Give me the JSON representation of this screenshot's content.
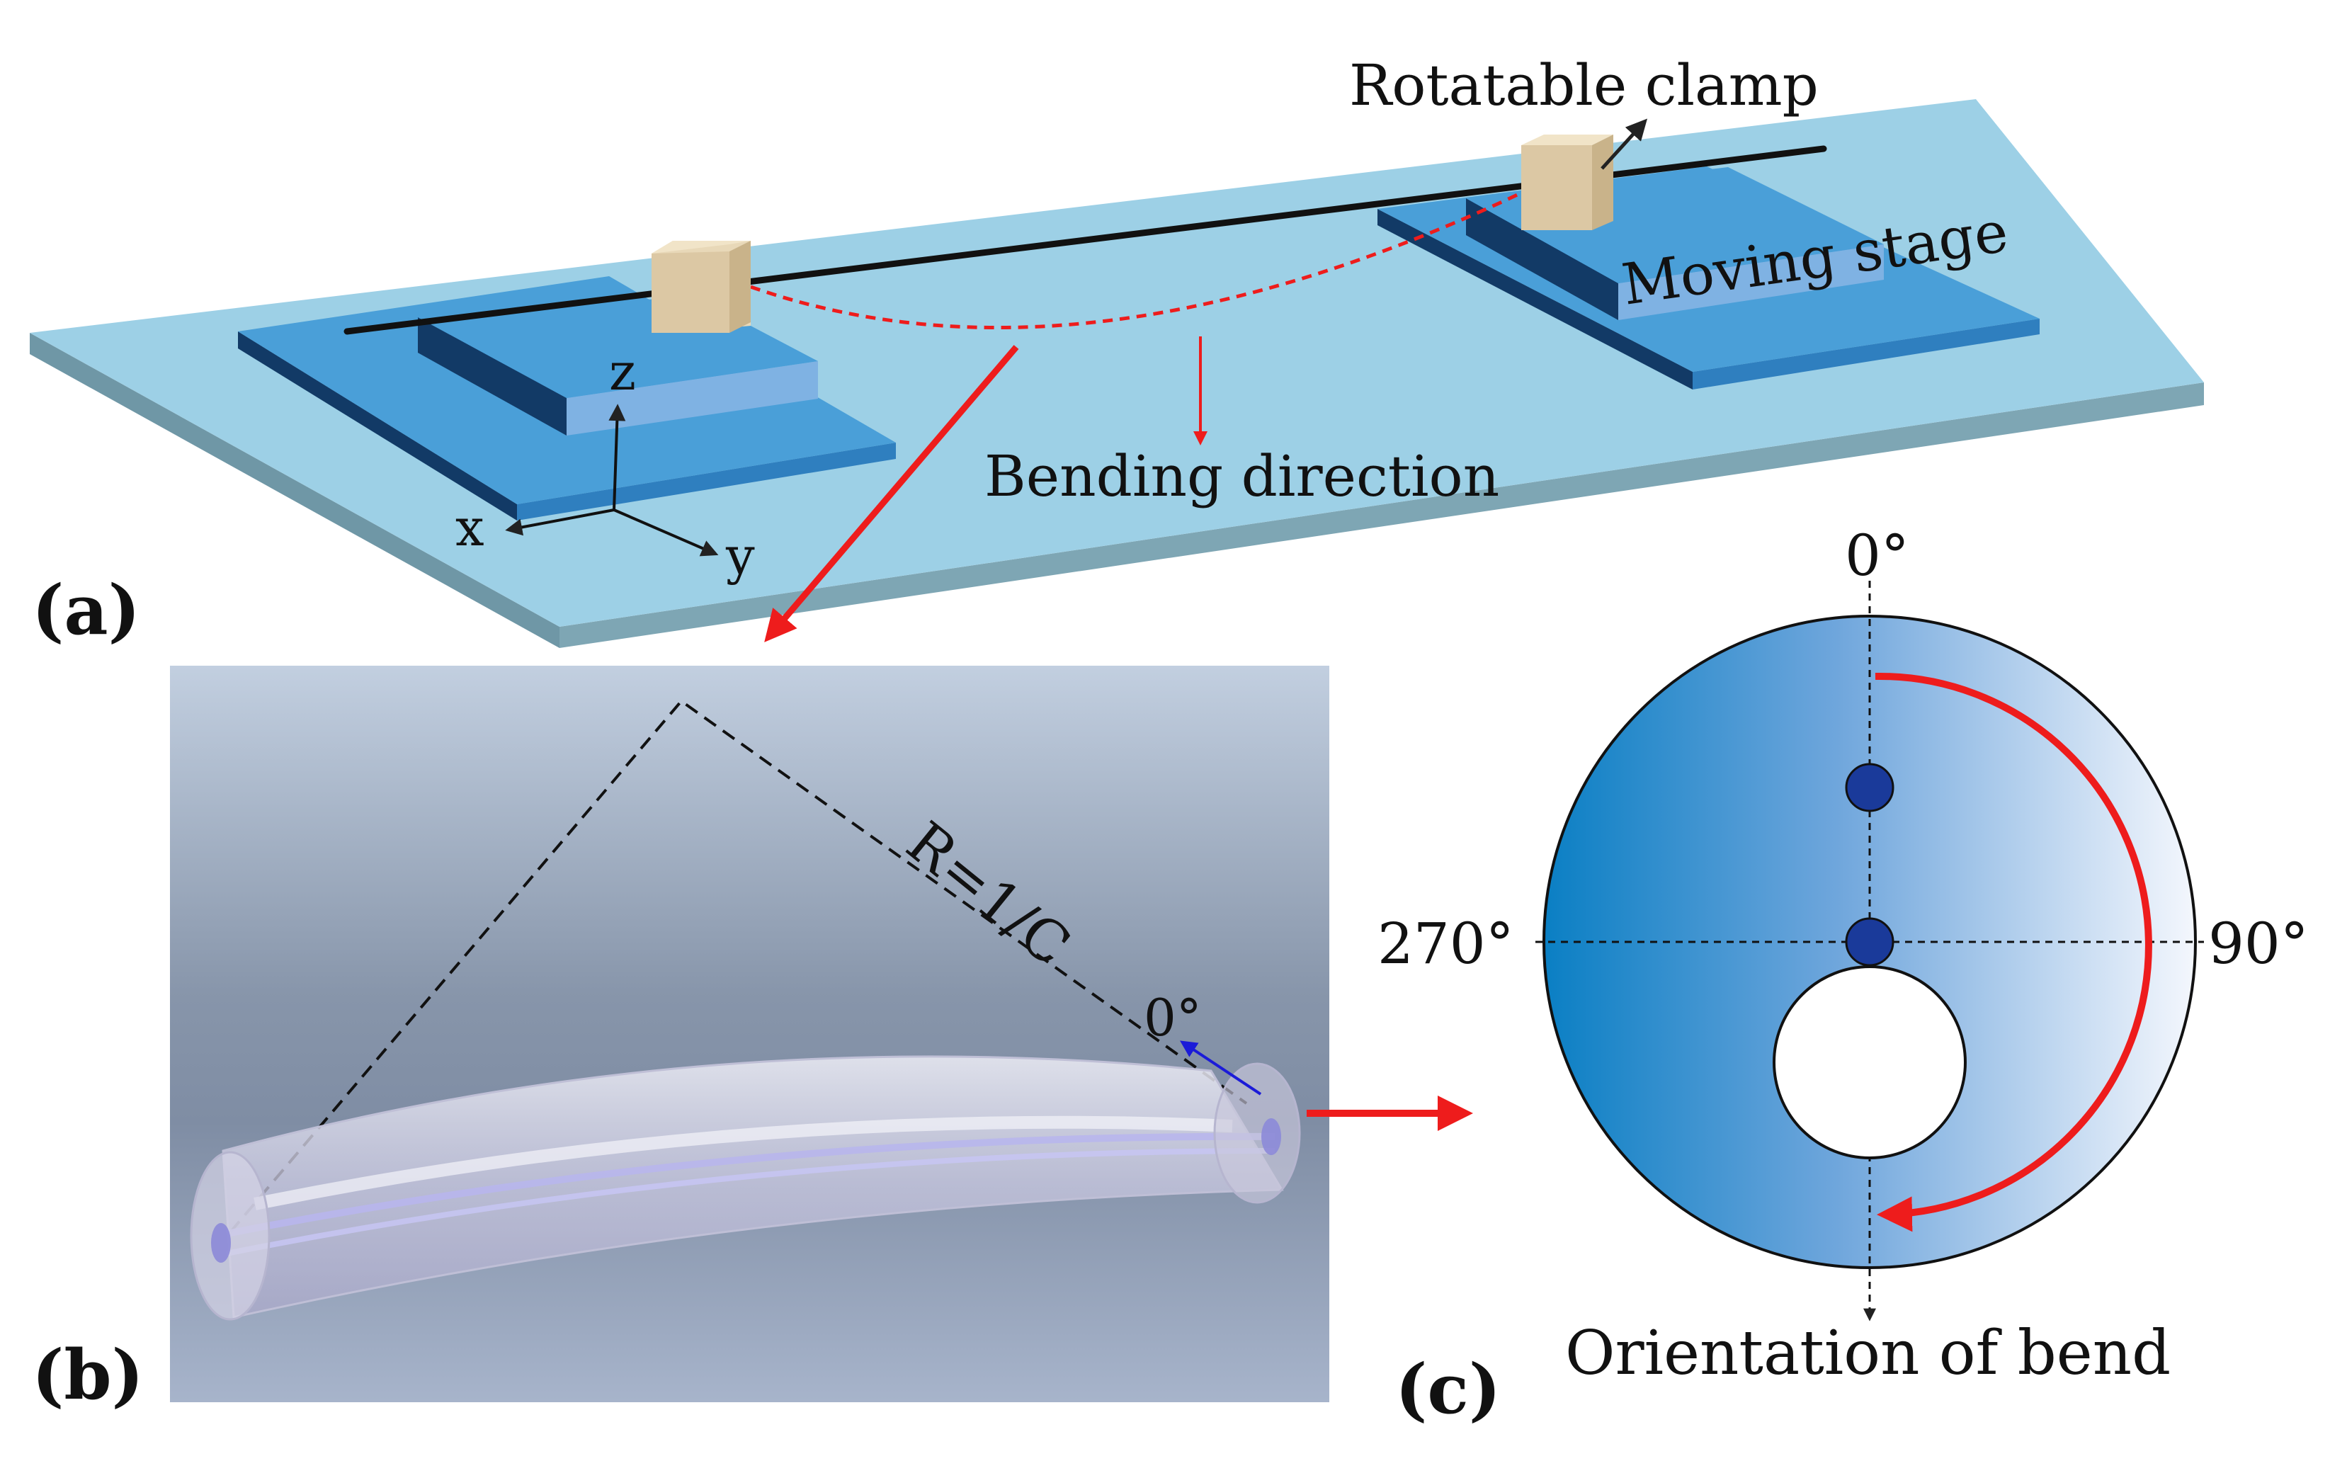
{
  "panels": {
    "a": "(a)",
    "b": "(b)",
    "c": "(c)"
  },
  "setup": {
    "rotatable_clamp": "Rotatable clamp",
    "moving_stage": "Moving stage",
    "bending_direction": "Bending direction",
    "axis_x": "x",
    "axis_y": "y",
    "axis_z": "z"
  },
  "fiber_bend": {
    "radius_label": "R=1/C",
    "zero_angle": "0°"
  },
  "cross_section": {
    "angle_0": "0°",
    "angle_90": "90°",
    "angle_270": "270°",
    "orientation_label": "Orientation of bend"
  },
  "colors": {
    "plate": "#9dd0e6",
    "stage": "#4a9fd8",
    "arrow_red": "#ee1c1c",
    "core_blue": "#1a3a9a"
  }
}
